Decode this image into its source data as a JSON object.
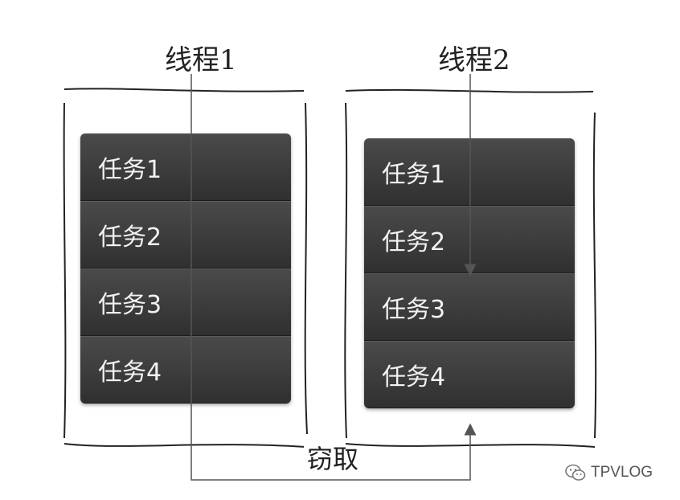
{
  "threads": [
    {
      "title": "线程1",
      "tasks": [
        "任务1",
        "任务2",
        "任务3",
        "任务4"
      ]
    },
    {
      "title": "线程2",
      "tasks": [
        "任务1",
        "任务2",
        "任务3",
        "任务4"
      ]
    }
  ],
  "steal_label": "窃取",
  "watermark": {
    "icon": "wechat-icon",
    "text": "TPVLOG"
  },
  "colors": {
    "task_fill": "#3a3a3a",
    "task_text": "#f2f2f2",
    "line": "#333333"
  }
}
